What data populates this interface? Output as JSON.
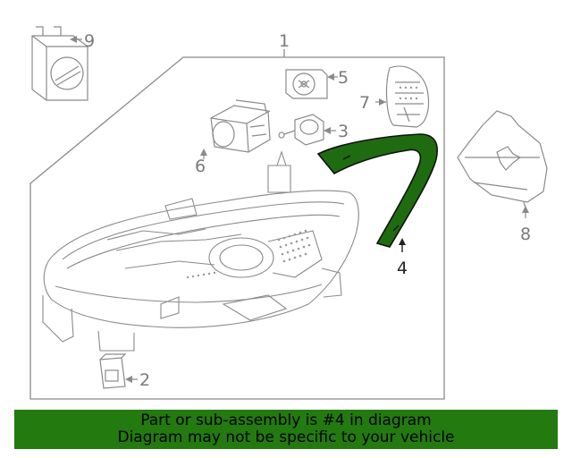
{
  "callouts": {
    "c1": "1",
    "c2": "2",
    "c3": "3",
    "c4": "4",
    "c5": "5",
    "c6": "6",
    "c7": "7",
    "c8": "8",
    "c9": "9"
  },
  "banner": {
    "line1": "Part or sub-assembly is #4 in diagram",
    "line2": "Diagram may not be specific to your vehicle"
  },
  "colors": {
    "highlight": "#1f6b10",
    "banner_bg": "#237a0f",
    "line_art": "#8a8a8a",
    "callout_text": "#7a7a7a",
    "highlight_label": "#222222"
  }
}
